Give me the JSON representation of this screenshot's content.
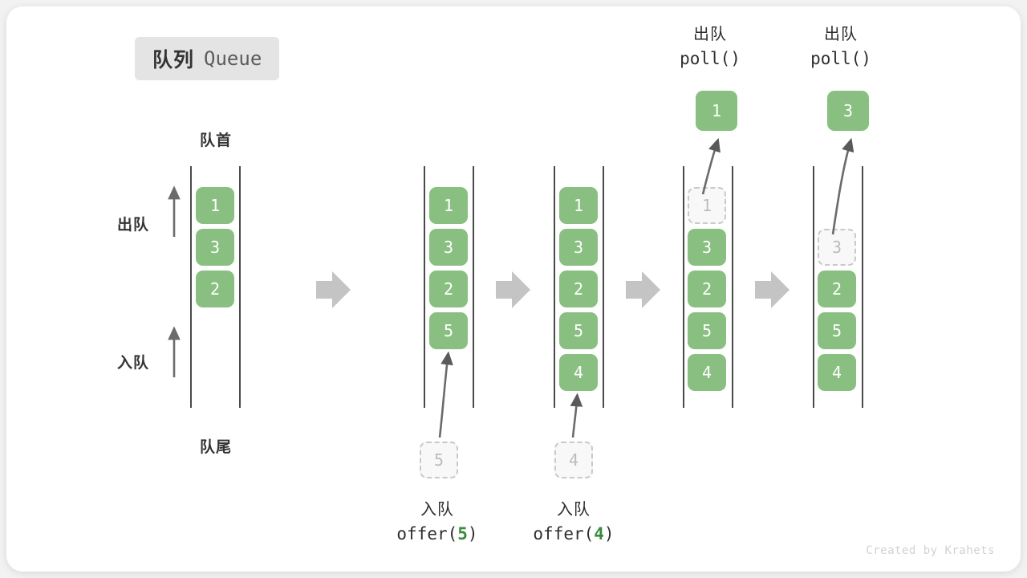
{
  "title": {
    "cn": "队列",
    "en": "Queue"
  },
  "labels": {
    "head": "队首",
    "tail": "队尾",
    "dequeue": "出队",
    "enqueue": "入队"
  },
  "watermark": "Created by Krahets",
  "colors": {
    "cell_fill": "#89bf81",
    "cell_text": "#ffffff",
    "ghost_fill": "#f8f8f8",
    "ghost_border": "#c9c9c9",
    "ghost_text": "#bcbcbc",
    "rail": "#4a4a4a",
    "step_arrow": "#c4c4c4",
    "badge_bg": "#e4e4e4",
    "accent_green": "#3a8a3f",
    "text": "#2e2e2e"
  },
  "stages": [
    {
      "id": "initial",
      "cells": [
        "1",
        "3",
        "2"
      ],
      "ghost": null,
      "popped": null,
      "caption_cn": null,
      "caption_code": null
    },
    {
      "id": "after-offer-5",
      "cells": [
        "1",
        "3",
        "2",
        "5"
      ],
      "ghost": {
        "value": "5",
        "position": "below"
      },
      "popped": null,
      "caption_cn": "入队",
      "caption_code": "offer(5)",
      "caption_code_prefix": "offer(",
      "caption_code_arg": "5",
      "caption_code_suffix": ")"
    },
    {
      "id": "after-offer-4",
      "cells": [
        "1",
        "3",
        "2",
        "5",
        "4"
      ],
      "ghost": {
        "value": "4",
        "position": "below"
      },
      "popped": null,
      "caption_cn": "入队",
      "caption_code": "offer(4)",
      "caption_code_prefix": "offer(",
      "caption_code_arg": "4",
      "caption_code_suffix": ")"
    },
    {
      "id": "after-poll-1",
      "cells": [
        "3",
        "2",
        "5",
        "4"
      ],
      "ghost": {
        "value": "1",
        "slot": 0
      },
      "popped": "1",
      "caption_cn": "出队",
      "caption_code": "poll()"
    },
    {
      "id": "after-poll-3",
      "cells": [
        "2",
        "5",
        "4"
      ],
      "ghost": {
        "value": "3",
        "slot": 1
      },
      "popped": "3",
      "caption_cn": "出队",
      "caption_code": "poll()"
    }
  ],
  "step_arrows_count": 4
}
